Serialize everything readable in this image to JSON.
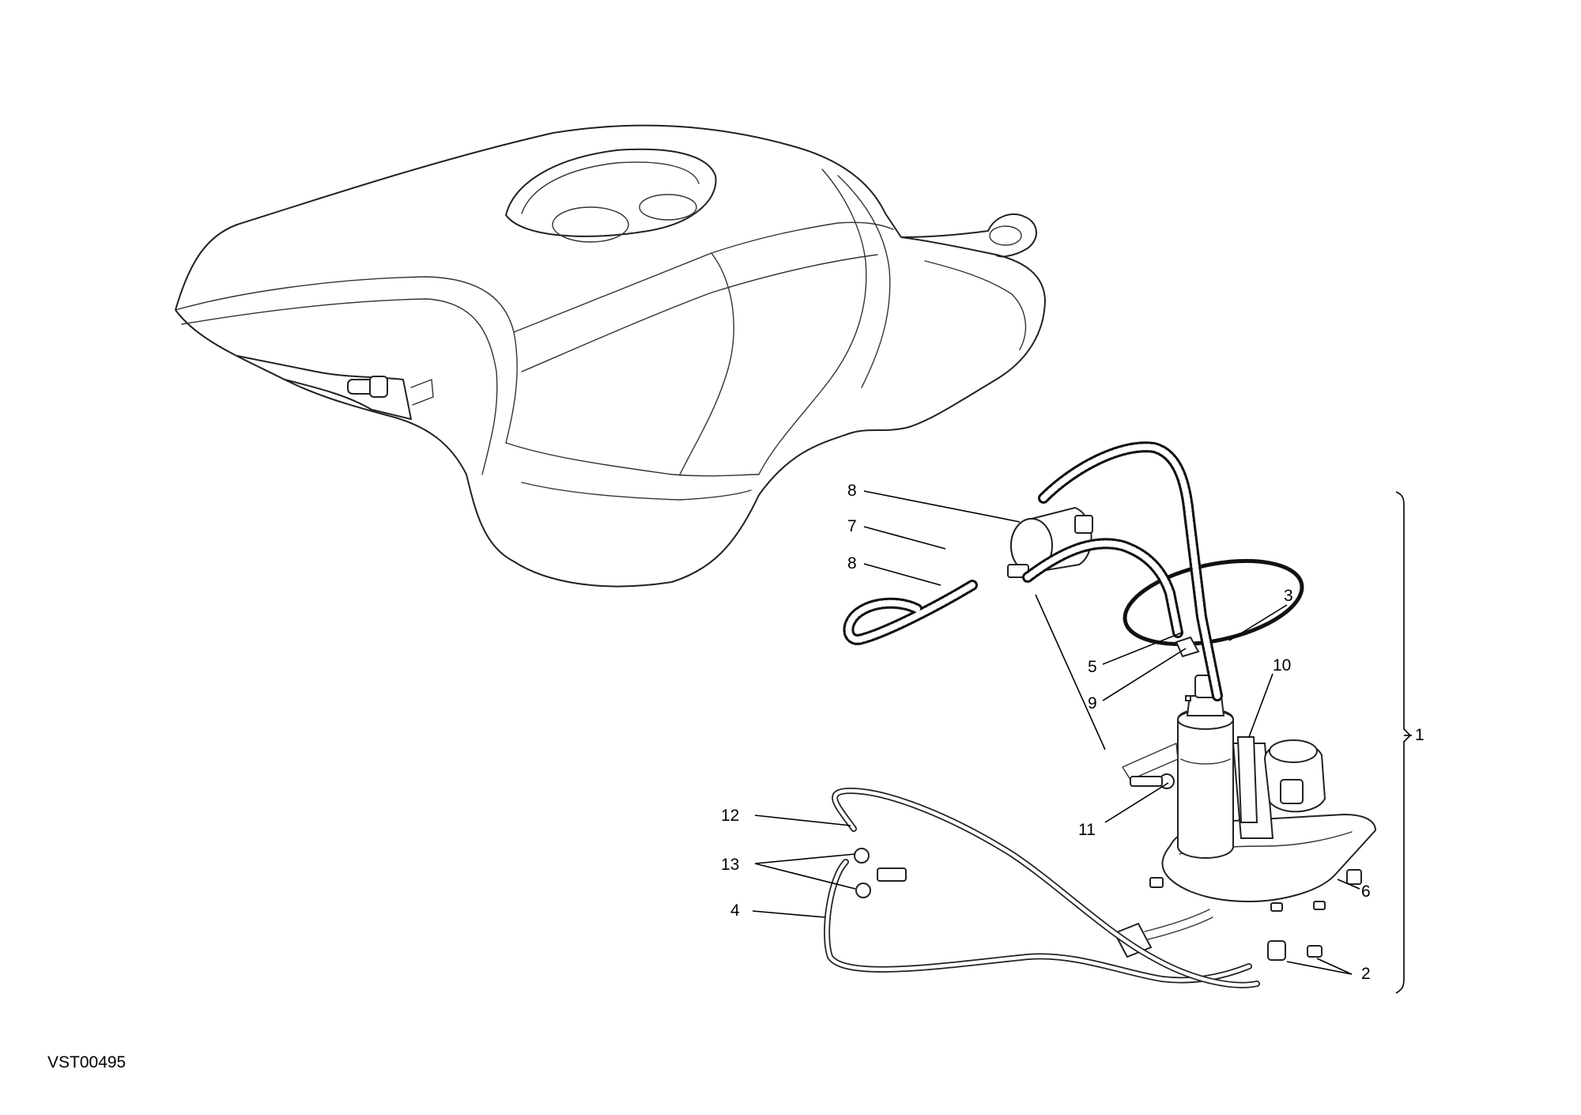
{
  "drawing_code": "VST00495",
  "callouts": [
    {
      "id": "c1",
      "label": "1"
    },
    {
      "id": "c2",
      "label": "2"
    },
    {
      "id": "c3",
      "label": "3"
    },
    {
      "id": "c4",
      "label": "4"
    },
    {
      "id": "c5",
      "label": "5"
    },
    {
      "id": "c6",
      "label": "6"
    },
    {
      "id": "c7",
      "label": "7"
    },
    {
      "id": "c8a",
      "label": "8"
    },
    {
      "id": "c8b",
      "label": "8"
    },
    {
      "id": "c9",
      "label": "9"
    },
    {
      "id": "c10",
      "label": "10"
    },
    {
      "id": "c11",
      "label": "11"
    },
    {
      "id": "c12",
      "label": "12"
    },
    {
      "id": "c13",
      "label": "13"
    }
  ]
}
